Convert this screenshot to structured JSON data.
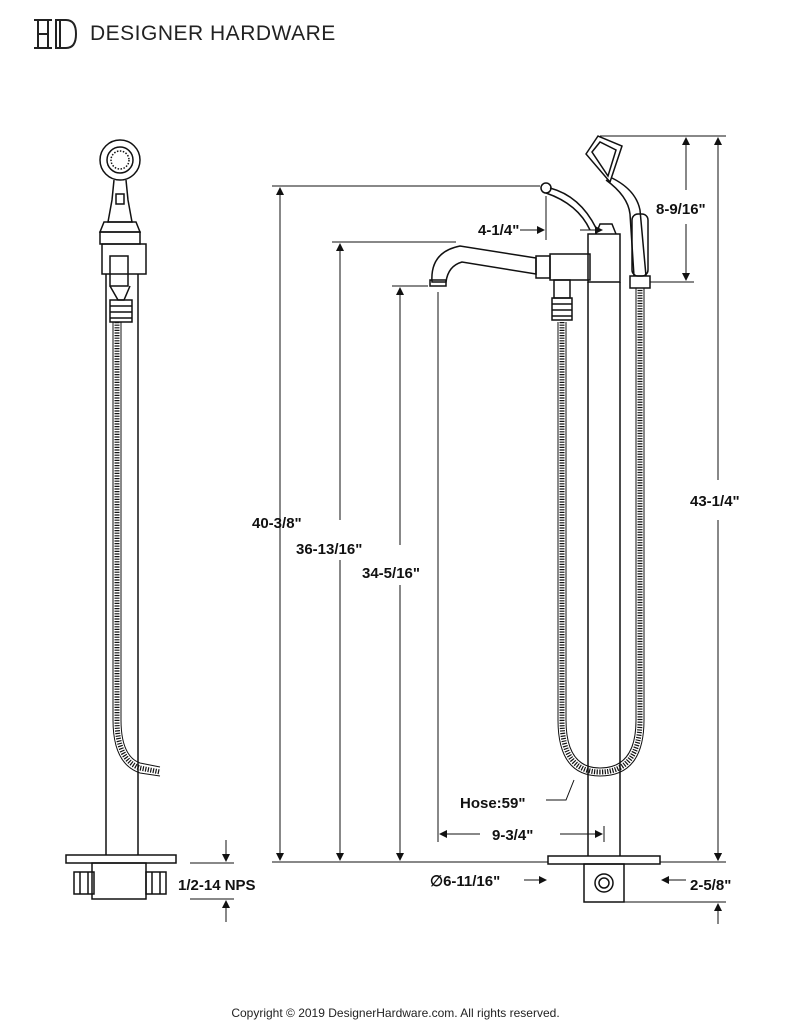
{
  "header": {
    "brand": "DESIGNER HARDWARE",
    "logo_icon": "dh-monogram-logo"
  },
  "dimensions": {
    "total_height": "43-1/4\"",
    "handle_height": "40-3/8\"",
    "spout_height": "36-13/16\"",
    "spout_outlet_height": "34-5/16\"",
    "handshower_height": "8-9/16\"",
    "handle_offset": "4-1/4\"",
    "hose_length": "Hose:59\"",
    "spout_reach": "9-3/4\"",
    "base_diameter": "∅6-11/16\"",
    "base_height": "2-5/8\"",
    "connection": "1/2-14 NPS"
  },
  "footer": {
    "copyright": "Copyright © 2019 DesignerHardware.com. All rights reserved."
  },
  "colors": {
    "line": "#111111",
    "background": "#ffffff"
  }
}
